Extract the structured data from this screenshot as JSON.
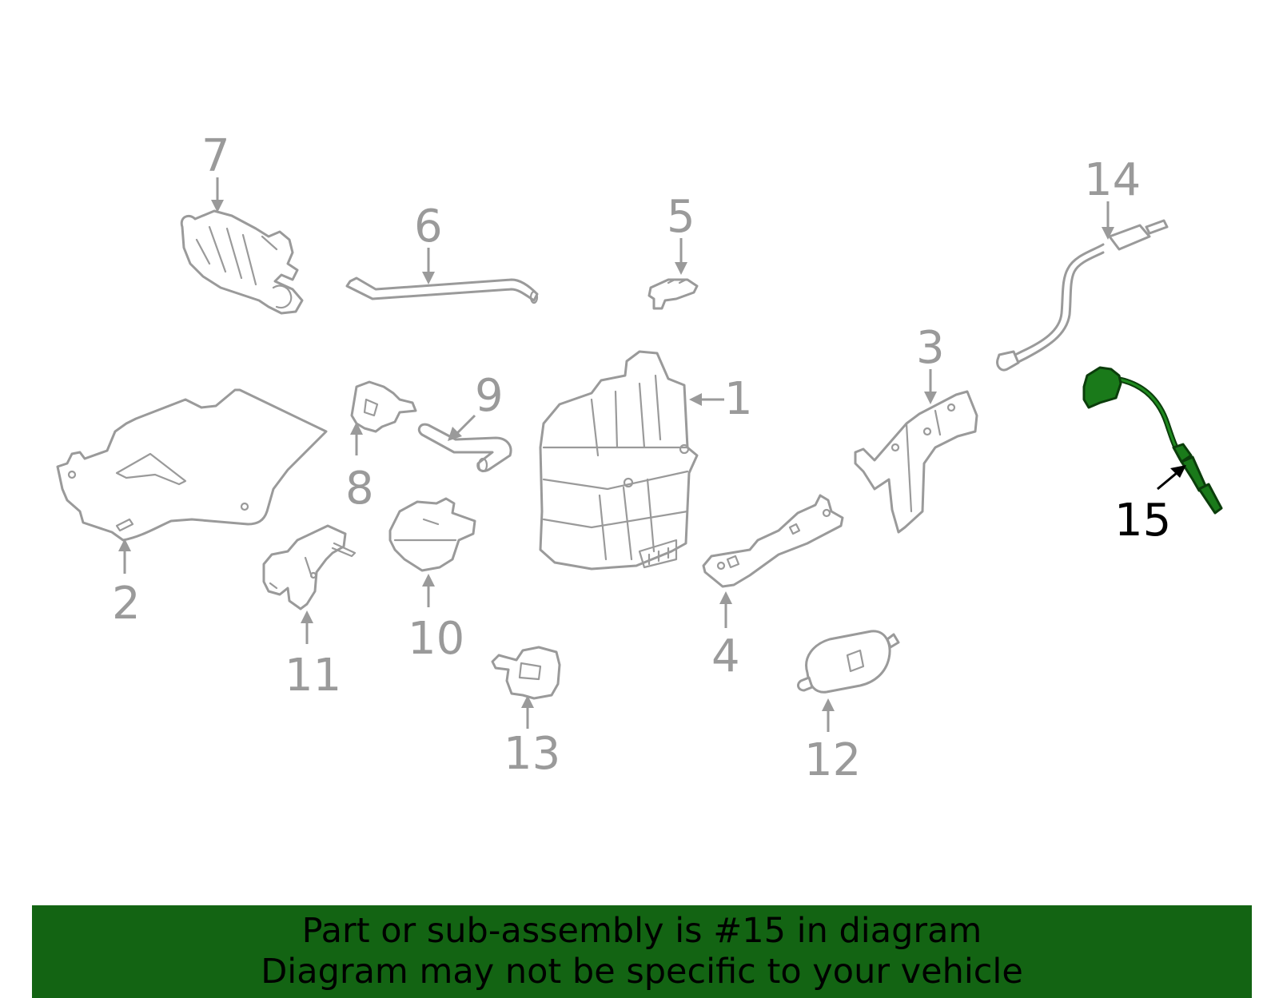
{
  "callouts": {
    "c1": "1",
    "c2": "2",
    "c3": "3",
    "c4": "4",
    "c5": "5",
    "c6": "6",
    "c7": "7",
    "c8": "8",
    "c9": "9",
    "c10": "10",
    "c11": "11",
    "c12": "12",
    "c13": "13",
    "c14": "14",
    "c15": "15"
  },
  "highlighted_callout": "15",
  "colors": {
    "highlight_part": "#1a7a1a",
    "banner_background": "#136413",
    "part_outline": "#9a9a9a"
  },
  "banner": {
    "line1": "Part or sub-assembly is #15 in diagram",
    "line2": "Diagram may not be specific to your vehicle"
  }
}
